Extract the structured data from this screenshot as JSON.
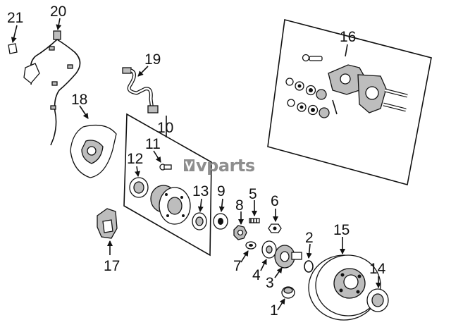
{
  "watermark": "vparts",
  "callouts": [
    "1",
    "2",
    "3",
    "4",
    "5",
    "6",
    "7",
    "8",
    "9",
    "10",
    "11",
    "12",
    "13",
    "14",
    "15",
    "16",
    "17",
    "18",
    "19",
    "20",
    "21"
  ],
  "colors": {
    "ink": "#111111",
    "panel": "#ffffff",
    "watermark": "#8e8e8e",
    "shade": "#bdbdbd"
  }
}
